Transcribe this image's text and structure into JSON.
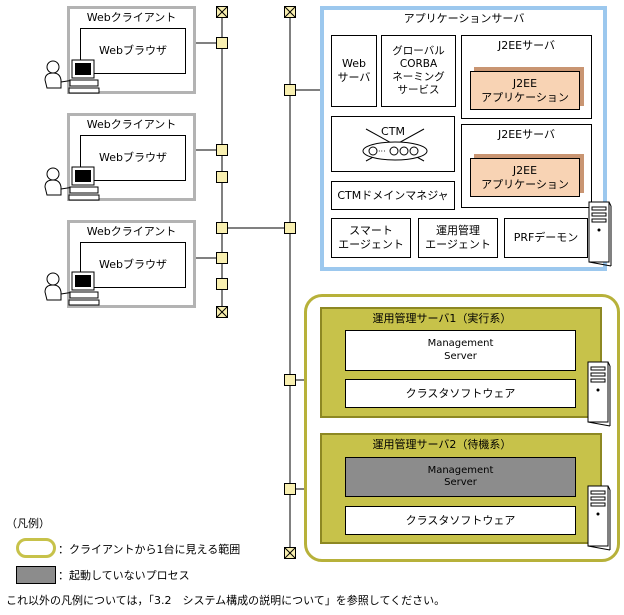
{
  "clients": [
    {
      "title": "Webクライアント",
      "browser": "Webブラウザ"
    },
    {
      "title": "Webクライアント",
      "browser": "Webブラウザ"
    },
    {
      "title": "Webクライアント",
      "browser": "Webブラウザ"
    }
  ],
  "app_server": {
    "title": "アプリケーションサーバ",
    "web_server": "Web\nサーバ",
    "global_corba": "グローバル\nCORBA\nネーミング\nサービス",
    "j2ee_server_1": "J2EEサーバ",
    "j2ee_app_1": "J2EE\nアプリケーション",
    "ctm": "CTM",
    "j2ee_server_2": "J2EEサーバ",
    "j2ee_app_2": "J2EE\nアプリケーション",
    "ctm_domain_manager": "CTMドメインマネジャ",
    "smart_agent": "スマート\nエージェント",
    "mgmt_agent": "運用管理\nエージェント",
    "prf_daemon": "PRFデーモン"
  },
  "mgmt_server_1": {
    "title": "運用管理サーバ1（実行系）",
    "management_server": "Management\nServer",
    "cluster_software": "クラスタソフトウェア"
  },
  "mgmt_server_2": {
    "title": "運用管理サーバ2（待機系）",
    "management_server": "Management\nServer",
    "cluster_software": "クラスタソフトウェア"
  },
  "legend": {
    "title": "（凡例）",
    "oval_label": "：クライアントから1台に見える範囲",
    "gray_label": "：起動していないプロセス",
    "note": "これ以外の凡例については，「3.2　システム構成の説明について」を参照してください。"
  },
  "colors": {
    "app_server_border": "#9cc8ee",
    "olive": "#c7c24a",
    "j2ee_app": "#f8d3b4",
    "node": "#f8efb0",
    "inactive": "#8c8c8c"
  }
}
